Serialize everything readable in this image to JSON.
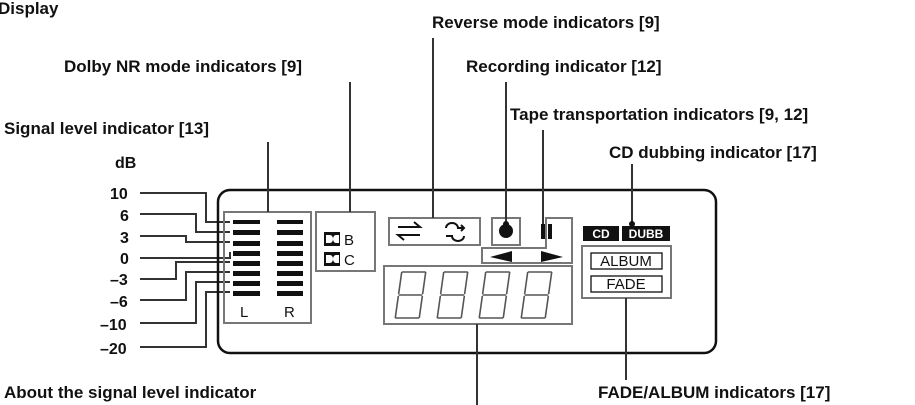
{
  "title": "Display",
  "labels": {
    "reverse": "Reverse mode indicators [9]",
    "dolby": "Dolby NR mode indicators [9]",
    "recording": "Recording indicator [12]",
    "tape": "Tape transportation indicators [9, 12]",
    "signal": "Signal level indicator [13]",
    "cd_dubbing": "CD dubbing indicator [17]",
    "fade_album": "FADE/ALBUM indicators [17]",
    "about": "About the signal level indicator"
  },
  "db_scale": {
    "unit": "dB",
    "ticks": [
      "10",
      "6",
      "3",
      "0",
      "–3",
      "–6",
      "–10",
      "–20"
    ]
  },
  "display": {
    "channel_left": "L",
    "channel_right": "R",
    "dolby_b": "B",
    "dolby_c": "C",
    "cd": "CD",
    "dubb": "DUBB",
    "album": "ALBUM",
    "fade": "FADE"
  }
}
